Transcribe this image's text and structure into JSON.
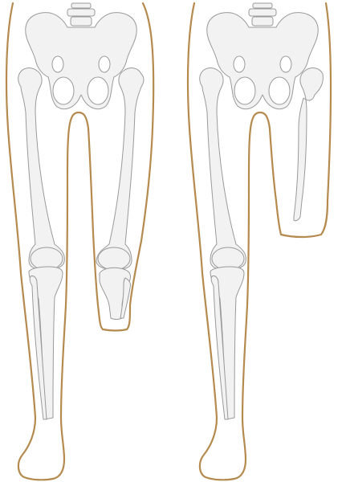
{
  "figures": [
    {
      "id": "below-knee-amputation",
      "amputation_level": "below-knee"
    },
    {
      "id": "above-knee-amputation",
      "amputation_level": "above-knee"
    }
  ],
  "colors": {
    "skin_outline": "#b58a4e",
    "bone_fill": "#f2f2f2",
    "bone_stroke": "#9a9a9a",
    "background": "#ffffff"
  }
}
